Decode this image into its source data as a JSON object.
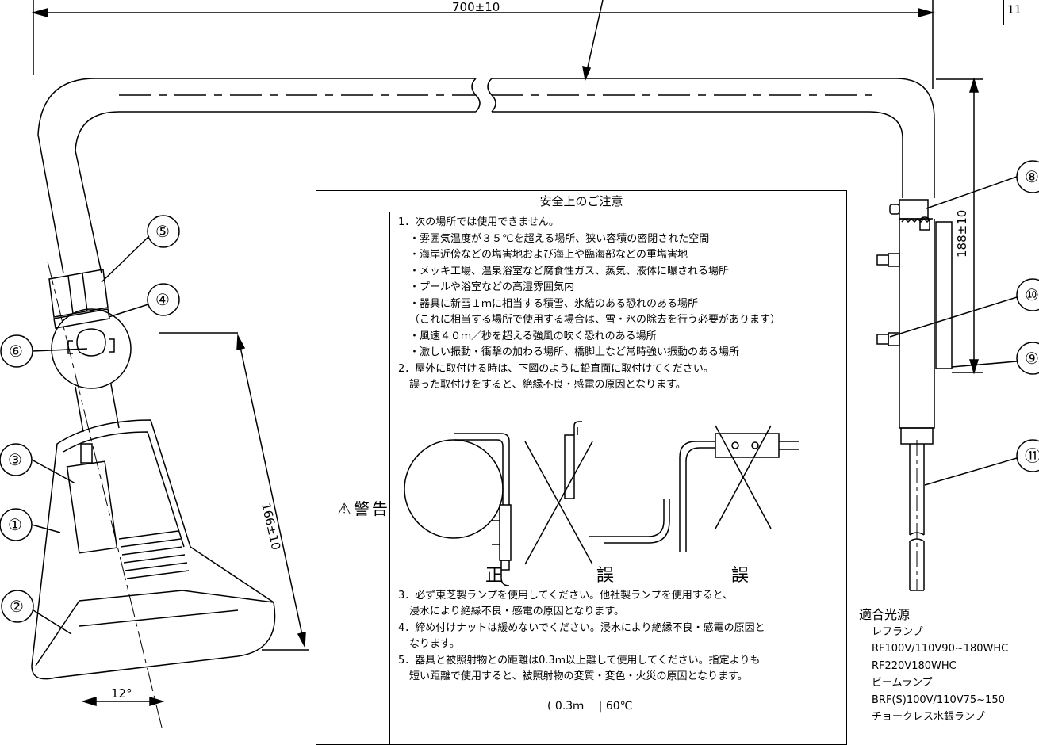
{
  "dimensions": {
    "width_700": "700±10",
    "height_188": "188±10",
    "length_166": "166±10",
    "angle": "12°"
  },
  "corner_label": "11",
  "part_numbers": [
    "①",
    "②",
    "③",
    "④",
    "⑤",
    "⑥",
    "⑧",
    "⑨",
    "⑩",
    "⑪"
  ],
  "warning_box": {
    "title": "安全上のご注意",
    "label": "⚠警告",
    "items": [
      "1．次の場所では使用できません。",
      "・雰囲気温度が３５℃を超える場所、狭い容積の密閉された空間",
      "・海岸近傍などの塩害地および海上や臨海部などの重塩害地",
      "・メッキ工場、温泉浴室など腐食性ガス、蒸気、液体に曝される場所",
      "・プールや浴室などの高湿雰囲気内",
      "・器具に新雪１ｍに相当する積雪、氷結のある恐れのある場所",
      "（これに相当する場所で使用する場合は、雪・氷の除去を行う必要があります）",
      "・風速４０ｍ／秒を超える強風の吹く恐れのある場所",
      "・激しい振動・衝撃の加わる場所、橋脚上など常時強い振動のある場所",
      "2．屋外に取付ける時は、下図のように鉛直面に取付けてください。",
      "誤った取付けをすると、絶縁不良・感電の原因となります。",
      "3．必ず東芝製ランプを使用してください。他社製ランプを使用すると、",
      "浸水により絶縁不良・感電の原因となります。",
      "4．締め付けナットは緩めないでください。浸水により絶縁不良・感電の原因と",
      "なります。",
      "5．器具と被照射物との距離は0.3ｍ以上離して使用してください。指定よりも",
      "短い距離で使用すると、被照射物の変質・変色・火災の原因となります。"
    ],
    "mount_labels": [
      "正",
      "誤",
      "誤"
    ],
    "safety_marks": [
      "0.3ｍ",
      "60℃"
    ]
  },
  "lamps": {
    "title": "適合光源",
    "items": [
      "レフランプ",
      "RF100V/110V90~180WHC",
      "RF220V180WHC",
      "ビームランプ",
      "BRF(S)100V/110V75~150",
      "チョークレス水銀ランプ"
    ]
  }
}
